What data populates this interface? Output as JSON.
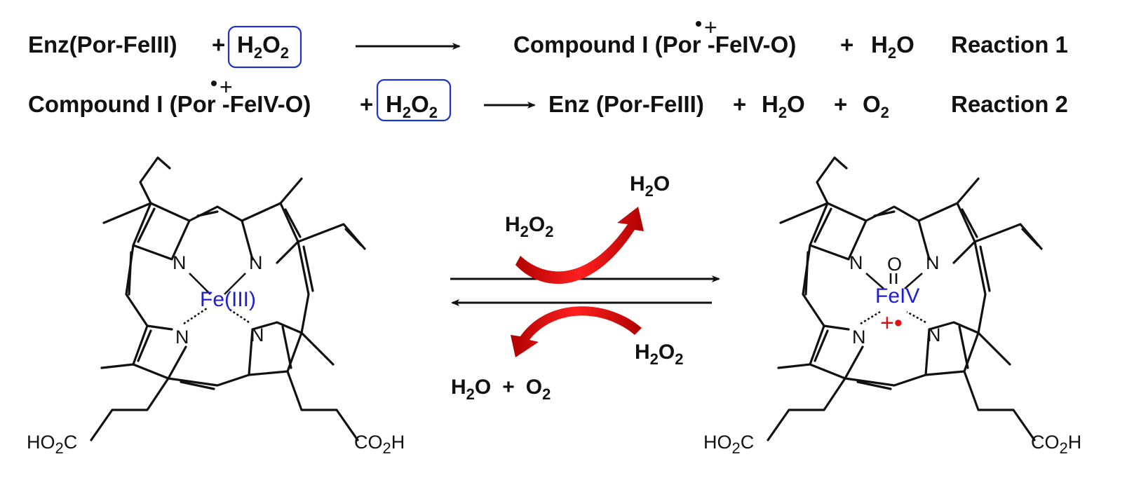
{
  "reactions": {
    "r1": {
      "reactant_1": "Enz(Por-FeIII)",
      "plus": "+",
      "reactant_2": {
        "base": "H",
        "sub1": "2",
        "mid": "O",
        "sub2": "2"
      },
      "product_1_pre": "Compound I (Por",
      "product_1_charge": "+",
      "product_1_post": " -FeIV-O)",
      "plus2": "+",
      "product_2": {
        "base": "H",
        "sub1": "2",
        "mid": "O"
      },
      "label": "Reaction 1"
    },
    "r2": {
      "reactant_1_pre": "Compound I (Por",
      "reactant_1_charge": "+",
      "reactant_1_post": " -FeIV-O)",
      "plus": "+",
      "reactant_2": {
        "base": "H",
        "sub1": "2",
        "mid": "O",
        "sub2": "2"
      },
      "product_1": "Enz (Por-FeIII)",
      "plus2": "+",
      "product_2": {
        "base": "H",
        "sub1": "2",
        "mid": "O"
      },
      "plus3": "+",
      "product_3": {
        "base": "O",
        "sub1": "2"
      },
      "label": "Reaction 2"
    }
  },
  "left_structure": {
    "metal": "Fe(III)",
    "n_labels": [
      "N",
      "N",
      "N",
      "N"
    ],
    "acid_left": {
      "a": "HO",
      "s": "2",
      "b": "C"
    },
    "acid_right": {
      "a": "CO",
      "s": "2",
      "b": "H"
    }
  },
  "right_structure": {
    "metal": "FeIV",
    "oxo": "O",
    "radical_cation": "+•",
    "n_labels": [
      "N",
      "N",
      "N",
      "N"
    ],
    "acid_left": {
      "a": "HO",
      "s": "2",
      "b": "C"
    },
    "acid_right": {
      "a": "CO",
      "s": "2",
      "b": "H"
    }
  },
  "cycle": {
    "top_in": {
      "a": "H",
      "s1": "2",
      "b": "O",
      "s2": "2"
    },
    "top_out": {
      "a": "H",
      "s1": "2",
      "b": "O"
    },
    "bottom_in": {
      "a": "H",
      "s1": "2",
      "b": "O",
      "s2": "2"
    },
    "bottom_out": {
      "a": "H",
      "s1": "2",
      "b": "O",
      "plus": "+",
      "c": "O",
      "s3": "2"
    }
  },
  "colors": {
    "box": "#2030d0",
    "metal_label": "#2020d0",
    "radical": "#e01010",
    "curved_arrow": "#e01515"
  }
}
